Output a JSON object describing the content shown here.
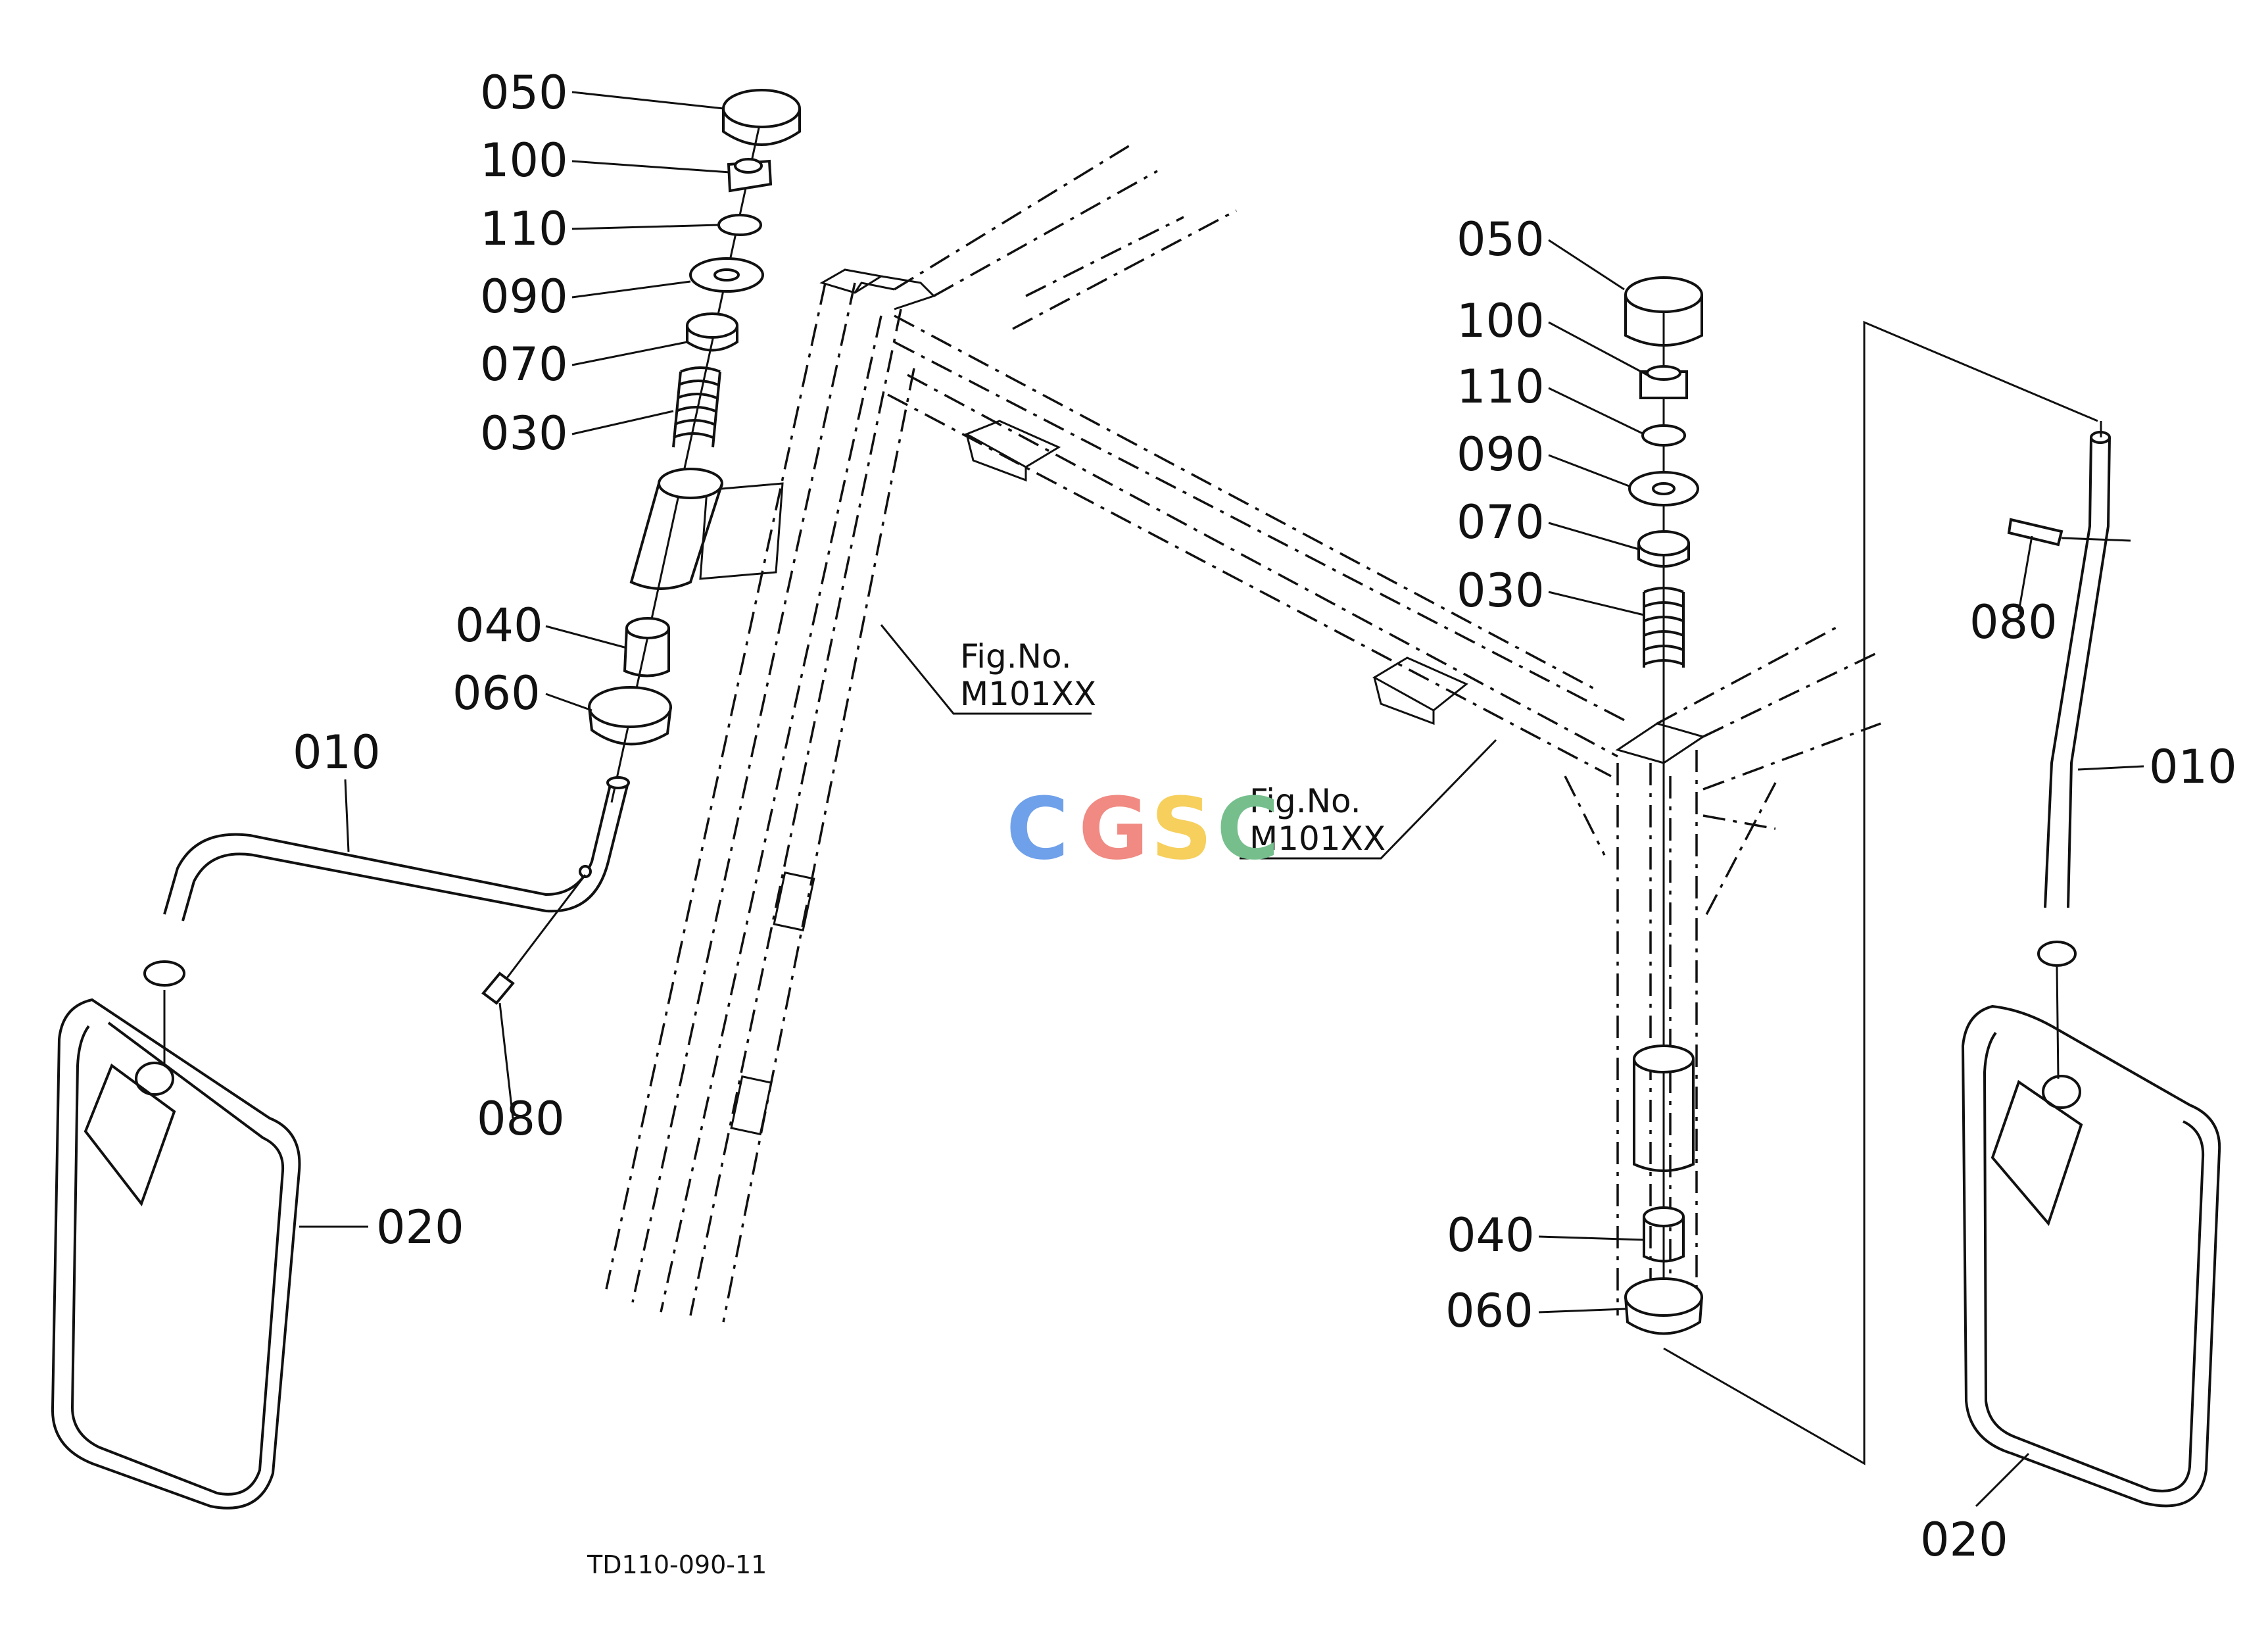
{
  "drawing_code": "TD110-090-11",
  "watermark": {
    "letters": [
      "C",
      "G",
      "S",
      "C"
    ],
    "colors": [
      "#6fa0ea",
      "#f08a82",
      "#f6cf5c",
      "#76bf8d"
    ]
  },
  "figure_refs": [
    {
      "line1": "Fig.No.",
      "line2": "M101XX"
    },
    {
      "line1": "Fig.No.",
      "line2": "M101XX"
    }
  ],
  "left_labels": {
    "l050": "050",
    "l100": "100",
    "l110": "110",
    "l090": "090",
    "l070": "070",
    "l030": "030",
    "l040": "040",
    "l060": "060",
    "l010": "010",
    "l080": "080",
    "l020": "020"
  },
  "right_labels": {
    "r050": "050",
    "r100": "100",
    "r110": "110",
    "r090": "090",
    "r070": "070",
    "r030": "030",
    "r040": "040",
    "r060": "060",
    "r010": "010",
    "r080": "080",
    "r020": "020"
  }
}
